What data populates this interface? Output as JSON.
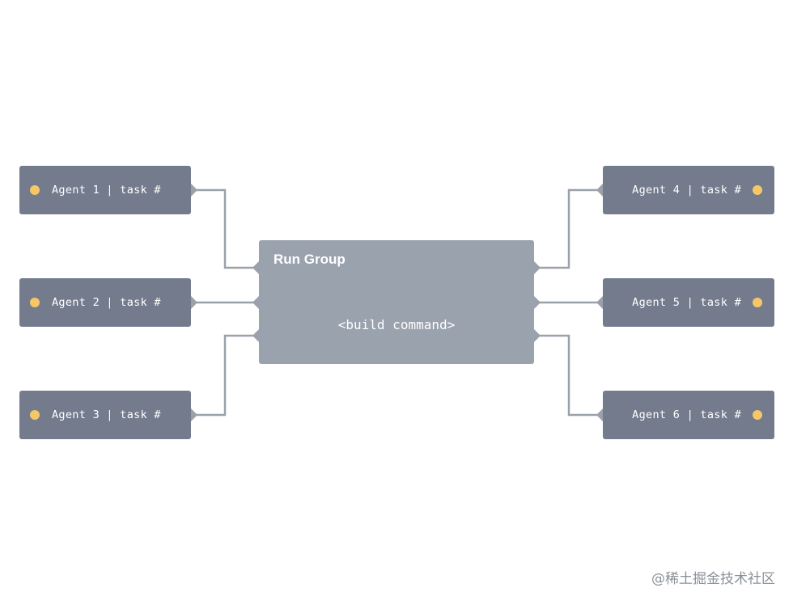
{
  "run_group": {
    "title": "Run Group",
    "command": "<build command>"
  },
  "agents": [
    {
      "label": "Agent 1 | task #"
    },
    {
      "label": "Agent 2 | task #"
    },
    {
      "label": "Agent 3 | task #"
    },
    {
      "label": "Agent 4 | task #"
    },
    {
      "label": "Agent 5 | task #"
    },
    {
      "label": "Agent 6 | task #"
    }
  ],
  "watermark": "@稀土掘金技术社区",
  "colors": {
    "agent_bg": "#737b8d",
    "run_group_bg": "#9aa2ae",
    "status_dot": "#f5c766",
    "connector": "#9ba1ab"
  },
  "connections": [
    {
      "from": "Agent 1 | task #",
      "to": "Run Group"
    },
    {
      "from": "Agent 2 | task #",
      "to": "Run Group"
    },
    {
      "from": "Agent 3 | task #",
      "to": "Run Group"
    },
    {
      "from": "Agent 4 | task #",
      "to": "Run Group"
    },
    {
      "from": "Agent 5 | task #",
      "to": "Run Group"
    },
    {
      "from": "Agent 6 | task #",
      "to": "Run Group"
    }
  ]
}
